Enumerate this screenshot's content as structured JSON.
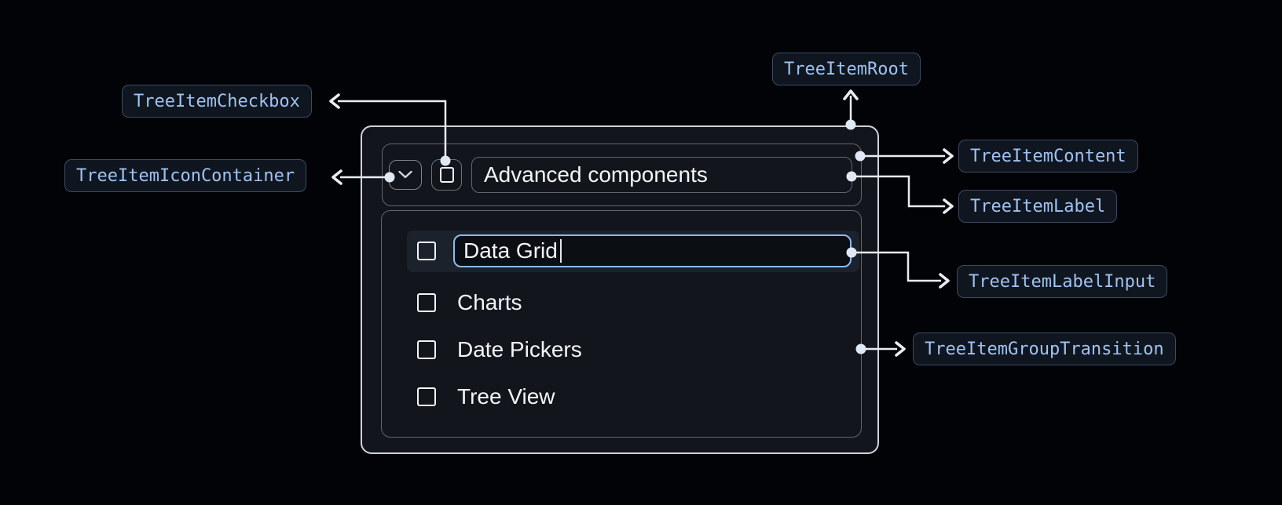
{
  "annotations": {
    "root": {
      "label": "TreeItemRoot"
    },
    "checkbox": {
      "label": "TreeItemCheckbox"
    },
    "icon_container": {
      "label": "TreeItemIconContainer"
    },
    "content": {
      "label": "TreeItemContent"
    },
    "label": {
      "label": "TreeItemLabel"
    },
    "label_input": {
      "label": "TreeItemLabelInput"
    },
    "group_transition": {
      "label": "TreeItemGroupTransition"
    }
  },
  "tree": {
    "parent": {
      "label": "Advanced components",
      "expanded": true,
      "checked": false
    },
    "editing_item": {
      "value": "Data Grid"
    },
    "items": [
      "Charts",
      "Date Pickers",
      "Tree View"
    ]
  },
  "colors": {
    "page_bg": "#010307",
    "panel_bg": "#12161C",
    "panel_border_bright": "#CDD3DA",
    "panel_border_dim": "#5E6670",
    "chip_bg": "#10161F",
    "chip_border": "#3D4A60",
    "chip_text": "#9FC2F2",
    "row_bg": "#1B222B",
    "input_bg": "#0B0E13",
    "input_border": "#8FB9F0",
    "text": "#F3F5F7",
    "connector": "#E8EDF4"
  }
}
